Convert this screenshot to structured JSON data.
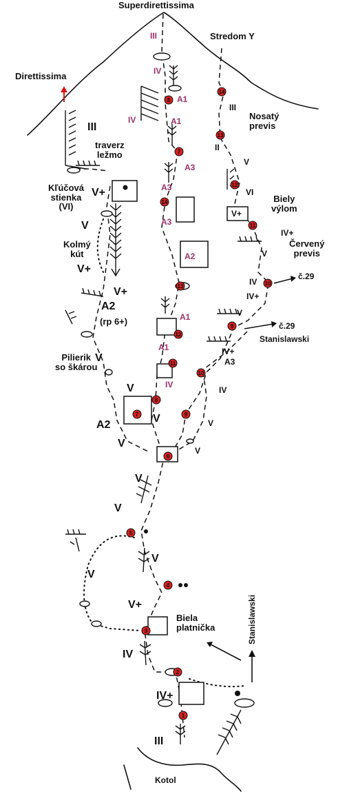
{
  "labels": {
    "superdirettissima": "Superdirettissima",
    "stredom_y": "Stredom Y",
    "direttissima": "Direttissima",
    "nosaty_previs": "Nosatý\nprevis",
    "traverz_lezmo": "traverz\nležmo",
    "klucova_stienka": "Kľúčová\nstienka\n(VI)",
    "kolmy_kut": "Kolmý\nkút",
    "rp": "(rp 6+)",
    "pilierik": "Pilierik\nso škárou",
    "biely_vylom": "Biely\nvýlom",
    "cerveny_previs": "Červený\nprevis",
    "c29_a": "č.29",
    "c29_b": "č.29",
    "stanislawski_a": "Stanislawski",
    "stanislawski_b": "Stanislawski",
    "biela_platnicka": "Biela\nplatnička",
    "kotol": "Kotol"
  },
  "grades": {
    "g_iii_top": "III",
    "g_iv_1": "IV",
    "g_a1_1": "A1",
    "g_iv_2": "IV",
    "g_a1_2": "A1",
    "g_a3_1": "A3",
    "g_a3_2": "A3",
    "g_a3_3": "A3",
    "g_a2_mid": "A2",
    "g_a1_3": "A1",
    "g_a1_4": "A1",
    "g_iv_3": "IV",
    "g_iii_left": "III",
    "g_vplus_1": "V+",
    "g_v_1": "V",
    "g_vplus_2": "V+",
    "g_vplus_3": "V+",
    "g_a2_1": "A2",
    "g_v_2": "V",
    "g_v_3": "V",
    "g_v_4": "V",
    "g_a2_2": "A2",
    "g_v_5": "V",
    "g_v_6": "V",
    "g_v_7": "V",
    "g_v_8": "V",
    "g_vplus_4": "V+",
    "g_iv_4": "IV",
    "g_ivplus_1": "IV+",
    "g_iii_bottom": "III",
    "g_iii_right": "III",
    "g_ii": "II",
    "g_v_r1": "V",
    "g_vi": "VI",
    "g_vplus_r": "V+",
    "g_ivplus_r1": "IV+",
    "g_v_r2": "V",
    "g_iv_r": "IV",
    "g_ivplus_r2": "IV+",
    "g_v_r3": "V",
    "g_ivplus_r3": "IV+",
    "g_a3_r": "A3",
    "g_iv_r2": "IV",
    "g_v_r4": "V",
    "g_v_r5": "V",
    "g_v_r6": "V"
  },
  "belays": [
    "1",
    "2",
    "3",
    "4",
    "5",
    "6",
    "7",
    "8",
    "9",
    "10",
    "11",
    "12",
    "13",
    "14",
    "7",
    "8",
    "9",
    "10",
    "11",
    "12",
    "13",
    "14",
    "8",
    "9",
    "10",
    "11",
    "12",
    "13",
    "14",
    "7"
  ],
  "colors": {
    "belay_fill": "#d42020",
    "ink": "#111111",
    "aid_grade": "#a0306a",
    "arrow_red": "#e01010"
  }
}
